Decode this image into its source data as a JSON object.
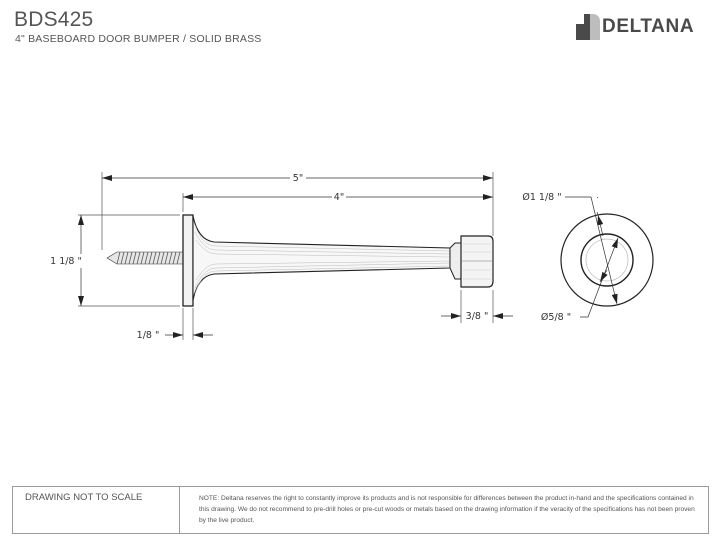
{
  "header": {
    "title": "BDS425",
    "subtitle": "4\" BASEBOARD DOOR BUMPER / SOLID BRASS"
  },
  "logo": {
    "text": "DELTANA",
    "icon": "deltana-logo-icon"
  },
  "colors": {
    "text": "#555555",
    "line": "#333333",
    "border": "#9a9a9a",
    "logo": "#4a4a4a"
  },
  "drawing": {
    "side_view": {
      "overall_length": "5\"",
      "body_length": "4\"",
      "flange_diameter": "1 1/8 \"",
      "flange_thickness": "1/8 \"",
      "tip_length": "3/8 \""
    },
    "end_view": {
      "outer_diameter": "Ø1 1/8 \"",
      "inner_diameter": "Ø5/8 \""
    }
  },
  "footer": {
    "scale_note": "DRAWING NOT TO SCALE",
    "disclaimer": "NOTE: Deltana reserves the right to constantly improve its products and is not responsible for differences between the product in-hand and the specifications contained in this drawing. We do not recommend to pre-drill holes or pre-cut woods or metals based on the drawing information if the veracity of the specifications has not been proven by the live product."
  }
}
